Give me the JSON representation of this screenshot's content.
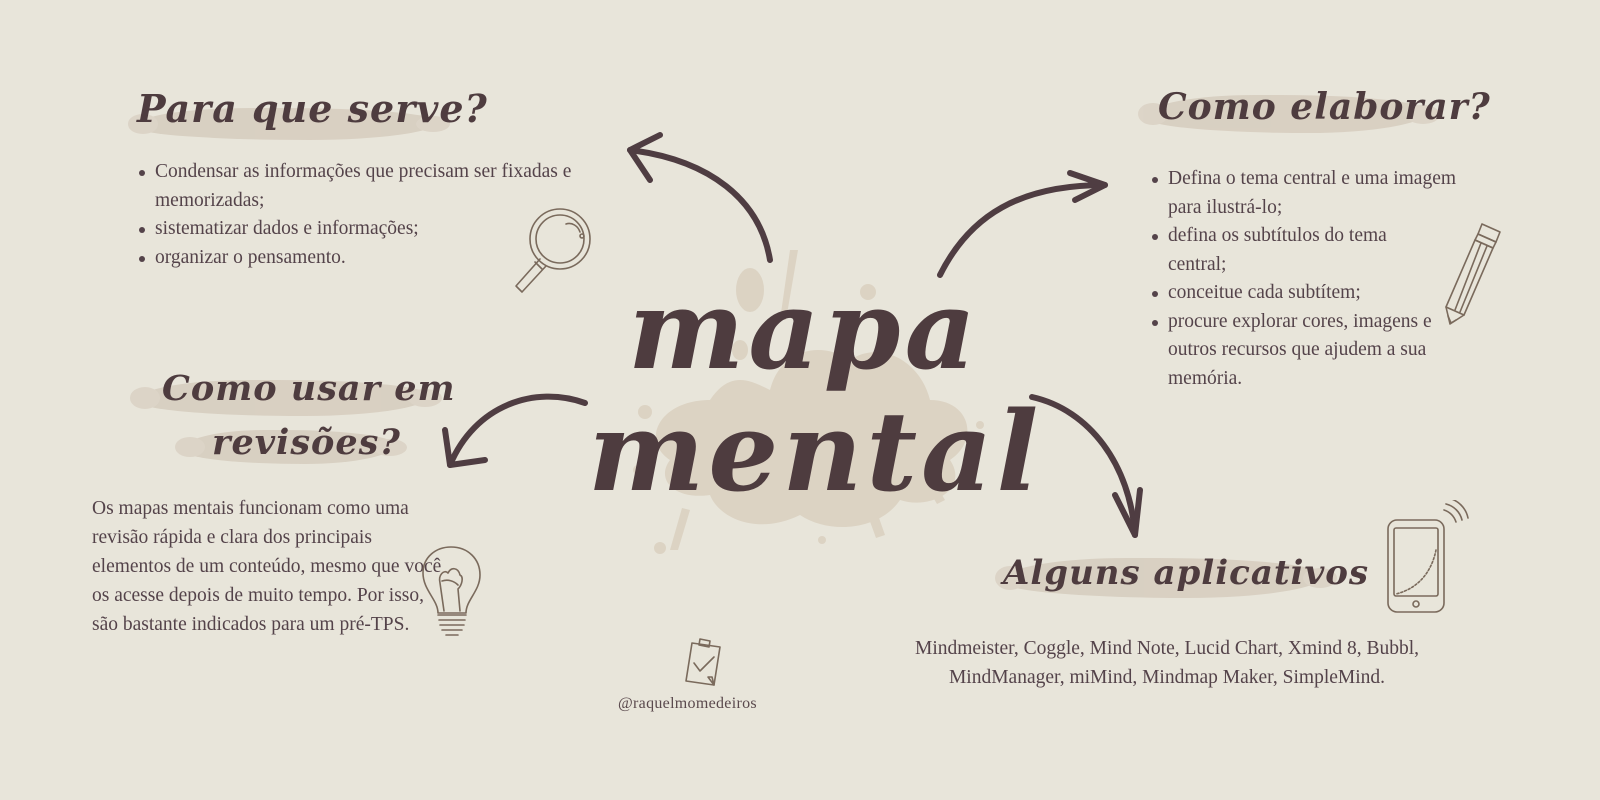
{
  "center": {
    "line1": "mapa",
    "line2": "mental"
  },
  "sections": {
    "purpose": {
      "title": "Para que serve?",
      "items": [
        "Condensar as informações que precisam ser fixadas e memorizadas;",
        "sistematizar dados e informações;",
        "organizar o pensamento."
      ],
      "icon": "magnifying-glass-icon"
    },
    "how_to_make": {
      "title": "Como elaborar?",
      "items": [
        "Defina o tema central e uma imagem para ilustrá-lo;",
        "defina os subtítulos do tema central;",
        "conceitue cada subtítem;",
        "procure explorar cores, imagens e outros recursos que ajudem a sua memória."
      ],
      "icon": "pencil-icon"
    },
    "revision": {
      "title_line1": "Como usar em",
      "title_line2": "revisões?",
      "text": "Os mapas mentais funcionam como uma revisão rápida e clara dos principais elementos de um conteúdo, mesmo que você os acesse depois de muito tempo. Por isso, são bastante indicados para um pré-TPS.",
      "icon": "lightbulb-icon"
    },
    "apps": {
      "title": "Alguns aplicativos",
      "text": "Mindmeister, Coggle, Mind Note, Lucid Chart, Xmind 8, Bubbl, MindManager, miMind, Mindmap Maker, SimpleMind.",
      "icon": "smartphone-icon"
    }
  },
  "footer": {
    "credit": "@raquelmomedeiros",
    "icon": "clipboard-check-icon"
  },
  "colors": {
    "background": "#e8e5da",
    "ink": "#4f3d42",
    "brush": "#d8cfc1",
    "splash": "#dcd3c3",
    "sketch": "#7a6a5c"
  }
}
